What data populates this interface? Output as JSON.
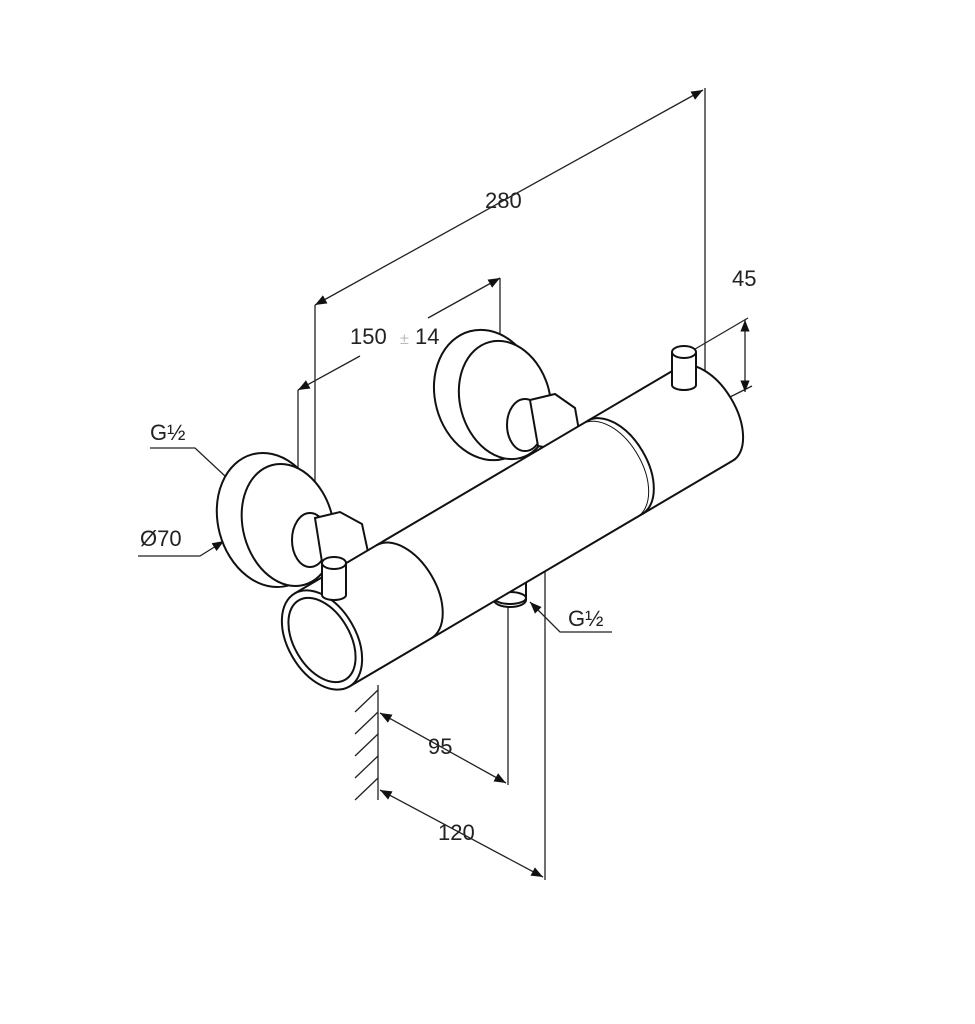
{
  "dimensions": {
    "overall_length": "280",
    "inlet_spacing": "150",
    "inlet_tolerance_sign": "±",
    "inlet_tolerance": "14",
    "knob_height": "45",
    "inlet_thread": "G½",
    "escutcheon_diameter": "Ø70",
    "outlet_thread": "G½",
    "outlet_projection": "95",
    "body_projection": "120"
  }
}
